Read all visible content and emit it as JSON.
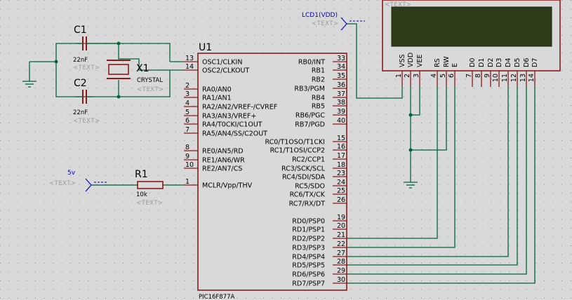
{
  "colors": {
    "background": "#d9d9d9",
    "grid_dot": "#8c8c8c",
    "wire": "#00663a",
    "part_outline": "#8b1a1a",
    "pin_line": "#8b1a1a",
    "chip_fill": "#d9d9d9",
    "lcd_screen": "#2e3b18",
    "text": "#000000",
    "placeholder": "#9a9a9a",
    "net_label": "#0000cc"
  },
  "mcu": {
    "ref": "U1",
    "part": "PIC16F877A",
    "left_pins": [
      {
        "num": "13",
        "name": "OSC1/CLKIN"
      },
      {
        "num": "14",
        "name": "OSC2/CLKOUT"
      },
      {
        "num": "2",
        "name": "RA0/AN0"
      },
      {
        "num": "3",
        "name": "RA1/AN1"
      },
      {
        "num": "4",
        "name": "RA2/AN2/VREF-/CVREF"
      },
      {
        "num": "5",
        "name": "RA3/AN3/VREF+"
      },
      {
        "num": "6",
        "name": "RA4/T0CKI/C1OUT"
      },
      {
        "num": "7",
        "name": "RA5/AN4/SS/C2OUT"
      },
      {
        "num": "8",
        "name": "RE0/AN5/RD"
      },
      {
        "num": "9",
        "name": "RE1/AN6/WR"
      },
      {
        "num": "10",
        "name": "RE2/AN7/CS"
      },
      {
        "num": "1",
        "name": "MCLR/Vpp/THV"
      }
    ],
    "right_pins": [
      {
        "num": "33",
        "name": "RB0/INT"
      },
      {
        "num": "34",
        "name": "RB1"
      },
      {
        "num": "35",
        "name": "RB2"
      },
      {
        "num": "36",
        "name": "RB3/PGM"
      },
      {
        "num": "37",
        "name": "RB4"
      },
      {
        "num": "38",
        "name": "RB5"
      },
      {
        "num": "39",
        "name": "RB6/PGC"
      },
      {
        "num": "40",
        "name": "RB7/PGD"
      },
      {
        "num": "15",
        "name": "RC0/T1OSO/T1CKI"
      },
      {
        "num": "16",
        "name": "RC1/T1OSI/CCP2"
      },
      {
        "num": "17",
        "name": "RC2/CCP1"
      },
      {
        "num": "18",
        "name": "RC3/SCK/SCL"
      },
      {
        "num": "23",
        "name": "RC4/SDI/SDA"
      },
      {
        "num": "24",
        "name": "RC5/SDO"
      },
      {
        "num": "25",
        "name": "RC6/TX/CK"
      },
      {
        "num": "26",
        "name": "RC7/RX/DT"
      },
      {
        "num": "19",
        "name": "RD0/PSP0"
      },
      {
        "num": "20",
        "name": "RD1/PSP1"
      },
      {
        "num": "21",
        "name": "RD2/PSP2"
      },
      {
        "num": "22",
        "name": "RD3/PSP3"
      },
      {
        "num": "27",
        "name": "RD4/PSP4"
      },
      {
        "num": "28",
        "name": "RD5/PSP5"
      },
      {
        "num": "29",
        "name": "RD6/PSP6"
      },
      {
        "num": "30",
        "name": "RD7/PSP7"
      }
    ]
  },
  "lcd": {
    "ref": "LCD1(VDD)",
    "text_placeholder": "<TEXT>",
    "net_placeholder": "<TEXT>",
    "pins": [
      {
        "num": "1",
        "name": "VSS"
      },
      {
        "num": "2",
        "name": "VDD"
      },
      {
        "num": "3",
        "name": "VEE"
      },
      {
        "num": "4",
        "name": "RS"
      },
      {
        "num": "5",
        "name": "RW"
      },
      {
        "num": "6",
        "name": "E"
      },
      {
        "num": "7",
        "name": "D0"
      },
      {
        "num": "8",
        "name": "D1"
      },
      {
        "num": "9",
        "name": "D2"
      },
      {
        "num": "10",
        "name": "D3"
      },
      {
        "num": "11",
        "name": "D4"
      },
      {
        "num": "12",
        "name": "D5"
      },
      {
        "num": "13",
        "name": "D6"
      },
      {
        "num": "14",
        "name": "D7"
      }
    ]
  },
  "c1": {
    "ref": "C1",
    "value": "22nF",
    "text": "<TEXT>"
  },
  "c2": {
    "ref": "C2",
    "value": "22nF",
    "text": "<TEXT>"
  },
  "x1": {
    "ref": "X1",
    "value": "CRYSTAL",
    "text": "<TEXT>"
  },
  "r1": {
    "ref": "R1",
    "value": "10k",
    "text": "<TEXT>"
  },
  "power": {
    "label": "5v",
    "text": "<TEXT>"
  }
}
